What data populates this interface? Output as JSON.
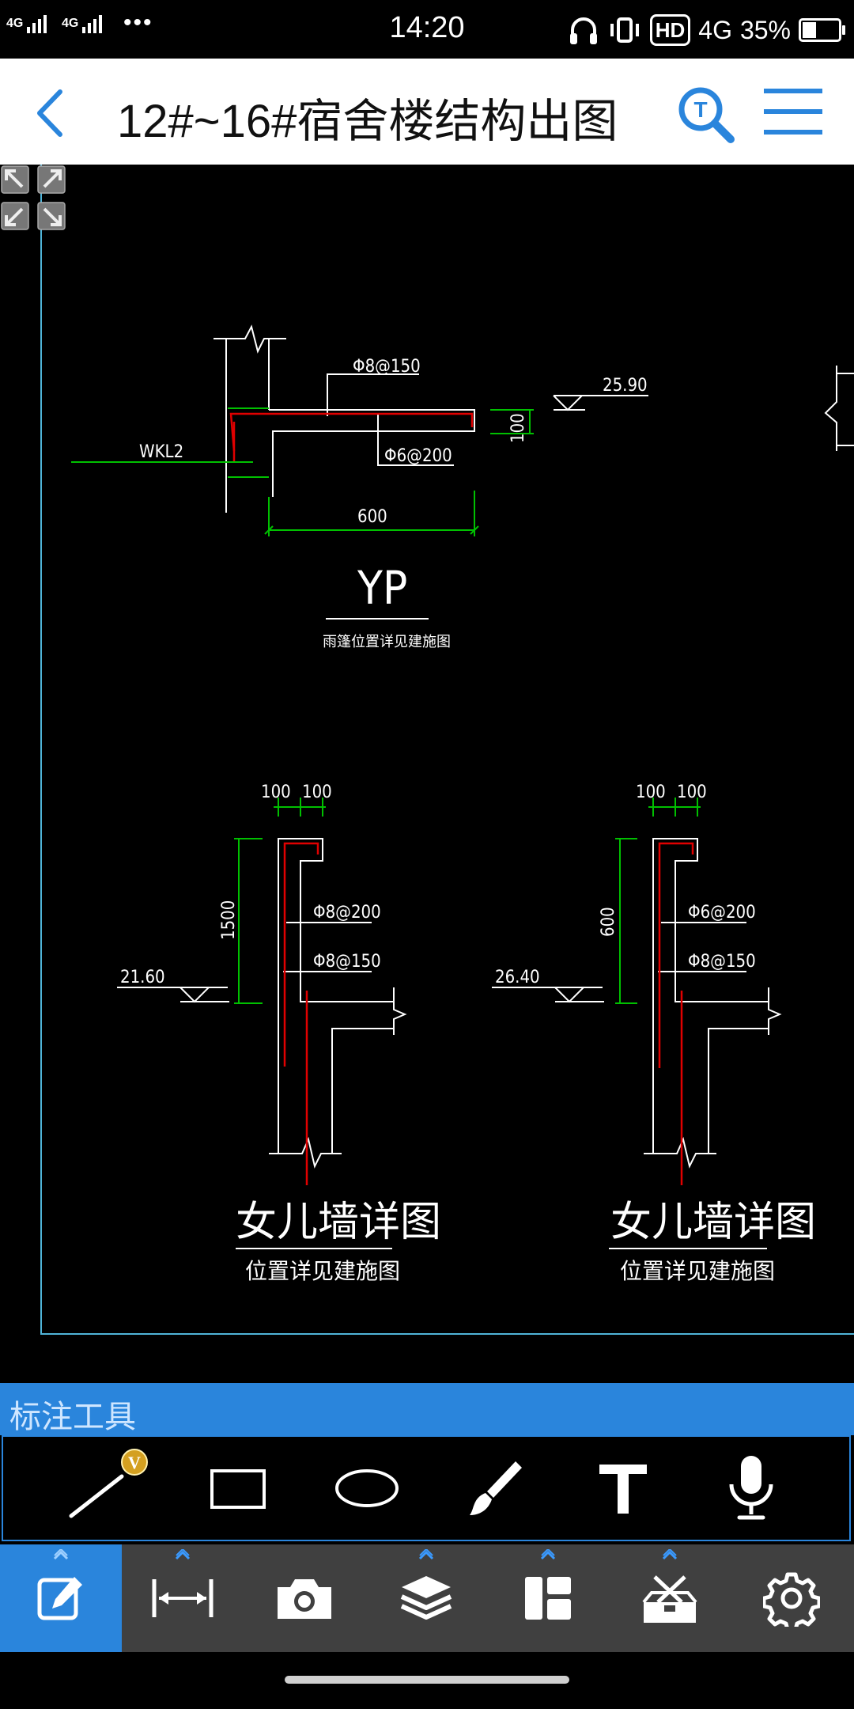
{
  "status_bar": {
    "signal_1": "4G",
    "signal_2": "4G",
    "more": "•••",
    "time": "14:20",
    "hd": "HD",
    "network": "4G",
    "battery": "35%",
    "battery_level": 0.35
  },
  "header": {
    "title": "12#~16#宿舍楼结构出图"
  },
  "drawing": {
    "yp": {
      "rebar_top": "Φ8@150",
      "rebar_bottom": "Φ6@200",
      "beam_label": "WKL2",
      "width_dim": "600",
      "thickness_dim": "100",
      "elevation": "25.90",
      "title": "YP",
      "subtitle": "雨篷位置详见建施图"
    },
    "parapet_left": {
      "dim_a": "100",
      "dim_b": "100",
      "height_dim": "1500",
      "rebar_1": "Φ8@200",
      "rebar_2": "Φ8@150",
      "elevation": "21.60",
      "title": "女儿墙详图",
      "subtitle": "位置详见建施图"
    },
    "parapet_right": {
      "dim_a": "100",
      "dim_b": "100",
      "height_dim": "600",
      "rebar_1": "Φ6@200",
      "rebar_2": "Φ8@150",
      "elevation": "26.40",
      "title": "女儿墙详图",
      "subtitle": "位置详见建施图"
    }
  },
  "annotation_toolbar": {
    "label": "标注工具",
    "vip_badge": "V"
  },
  "colors": {
    "accent": "#2a85dc",
    "cad_line": "#ffffff",
    "cad_dim": "#00ff00",
    "cad_rebar": "#ff0000",
    "frame": "#4fb4d8"
  }
}
